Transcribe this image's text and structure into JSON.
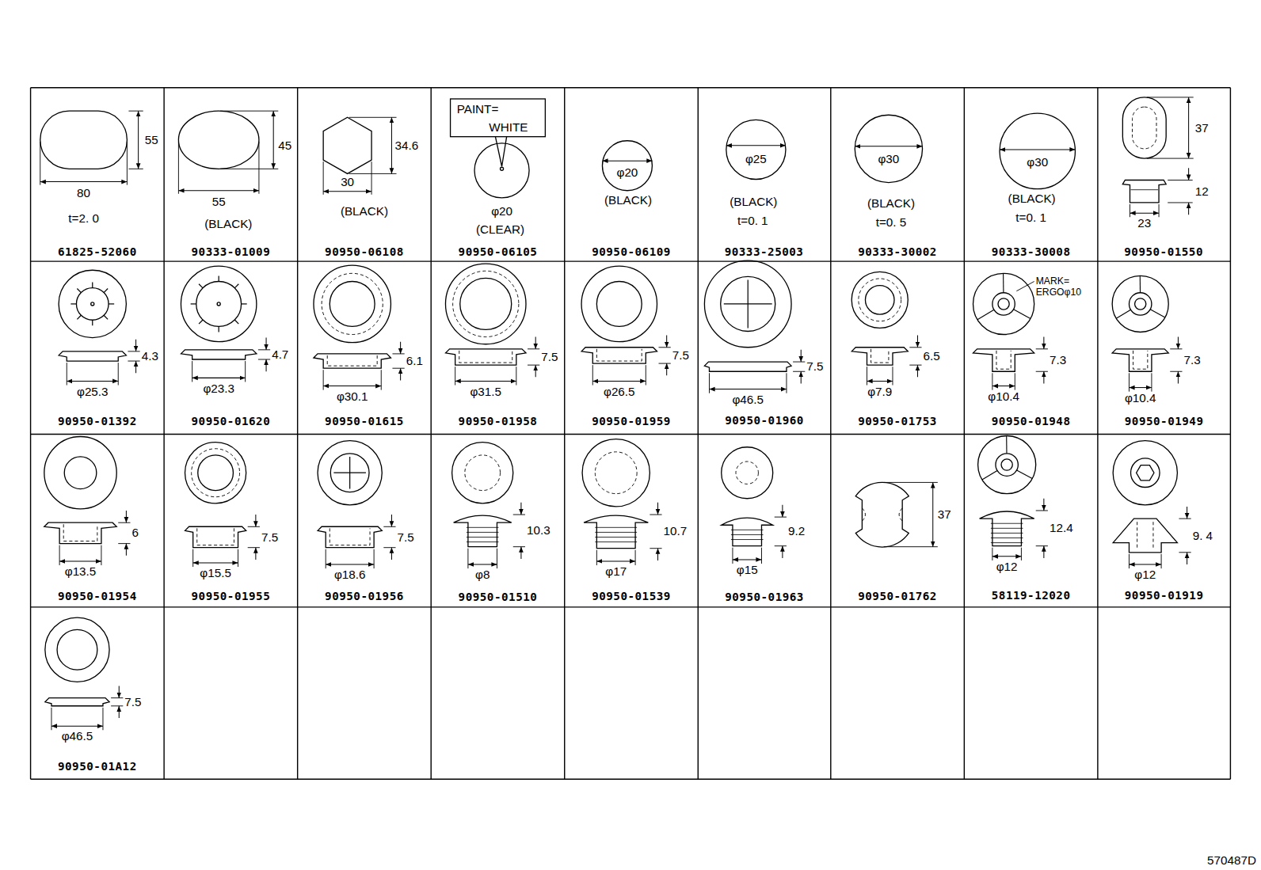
{
  "diagram": {
    "labels": [
      "55",
      "80",
      "t=2. 0",
      "61825-52060",
      "45",
      "55",
      "(BLACK)",
      "90333-01009",
      "34.6",
      "30",
      "(BLACK)",
      "90950-06108",
      "PAINT= WHITE",
      "φ20",
      "(CLEAR)",
      "90950-06105",
      "φ20",
      "(BLACK)",
      "90950-06109",
      "φ25",
      "(BLACK)",
      "t=0. 1",
      "90333-25003",
      "φ30",
      "(BLACK)",
      "t=0. 5",
      "90333-30002",
      "φ30",
      "(BLACK)",
      "t=0. 1",
      "90333-30008",
      "37",
      "12",
      "23",
      "90950-01550",
      "4.3",
      "φ25.3",
      "90950-01392",
      "4.7",
      "φ23.3",
      "90950-01620",
      "6.1",
      "φ30.1",
      "90950-01615",
      "7.5",
      "φ31.5",
      "90950-01958",
      "7.5",
      "φ26.5",
      "90950-01959",
      "7.5",
      "φ46.5",
      "90950-01960",
      "6.5",
      "φ7.9",
      "90950-01753",
      "MARK= ERGOφ10",
      "7.3",
      "φ10.4",
      "90950-01948",
      "7.3",
      "φ10.4",
      "90950-01949",
      "6",
      "φ13.5",
      "90950-01954",
      "7.5",
      "φ15.5",
      "90950-01955",
      "7.5",
      "φ18.6",
      "90950-01956",
      "10.3",
      "φ8",
      "90950-01510",
      "10.7",
      "φ17",
      "90950-01539",
      "9.2",
      "φ15",
      "90950-01963",
      "37",
      "90950-01762",
      "12.4",
      "φ12",
      "58119-12020",
      "9. 4",
      "φ12",
      "90950-01919",
      "7.5",
      "φ46.5",
      "90950-01A12",
      "570487D"
    ]
  }
}
